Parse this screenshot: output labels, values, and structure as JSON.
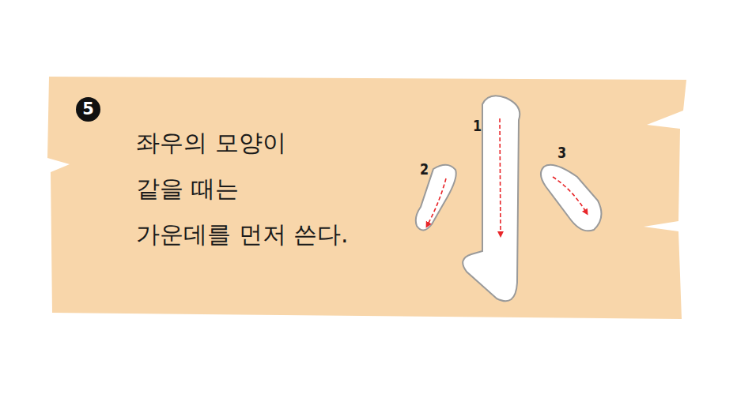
{
  "diagram": {
    "nodes": [
      {
        "text": [
          "5"
        ]
      }
    ],
    "labels": [
      "좌우의 모양이",
      "같을 때는",
      "가운데를 먼저 쓴다.",
      "1",
      "2",
      "3"
    ]
  }
}
